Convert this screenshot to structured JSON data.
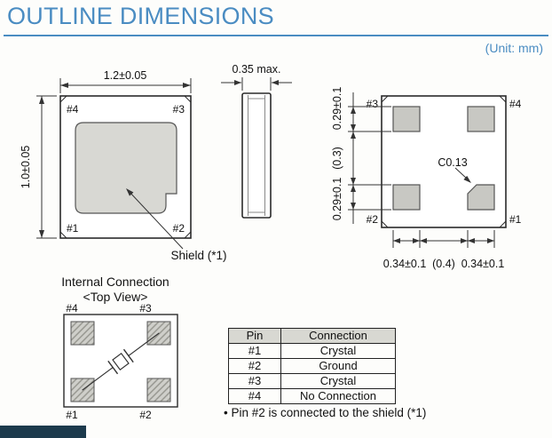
{
  "page": {
    "title": "OUTLINE DIMENSIONS",
    "unit_note": "(Unit: mm)"
  },
  "top_view": {
    "width_dim": "1.2±0.05",
    "height_dim": "1.0±0.05",
    "pad_tl": "#4",
    "pad_tr": "#3",
    "pad_bl": "#1",
    "pad_br": "#2",
    "shield_label": "Shield (*1)"
  },
  "side_view": {
    "thickness_dim": "0.35 max."
  },
  "bottom_view": {
    "pad_tl": "#3",
    "pad_tr": "#4",
    "pad_bl": "#2",
    "pad_br": "#1",
    "dim_v_top": "0.29±0.1",
    "dim_v_mid": "(0.3)",
    "dim_v_bottom": "0.29±0.1",
    "dim_h_left": "0.34±0.1",
    "dim_h_center": "(0.4)",
    "dim_h_right": "0.34±0.1",
    "chamfer": "C0.13"
  },
  "internal": {
    "title": "Internal Connection",
    "subtitle": "<Top View>",
    "pad_tl": "#4",
    "pad_tr": "#3",
    "pad_bl": "#1",
    "pad_br": "#2"
  },
  "pin_table": {
    "header_pin": "Pin",
    "header_connection": "Connection",
    "rows": [
      {
        "pin": "#1",
        "connection": "Crystal"
      },
      {
        "pin": "#2",
        "connection": "Ground"
      },
      {
        "pin": "#3",
        "connection": "Crystal"
      },
      {
        "pin": "#4",
        "connection": "No Connection"
      }
    ],
    "note": "• Pin #2 is connected to the shield (*1)"
  },
  "colors": {
    "accent_blue": "#4a8cc2",
    "pad_gray": "#c8c8c3",
    "shield_gray": "#d8d8d3",
    "table_header": "#d8d8d2",
    "footer_bar": "#1c3a4c"
  }
}
